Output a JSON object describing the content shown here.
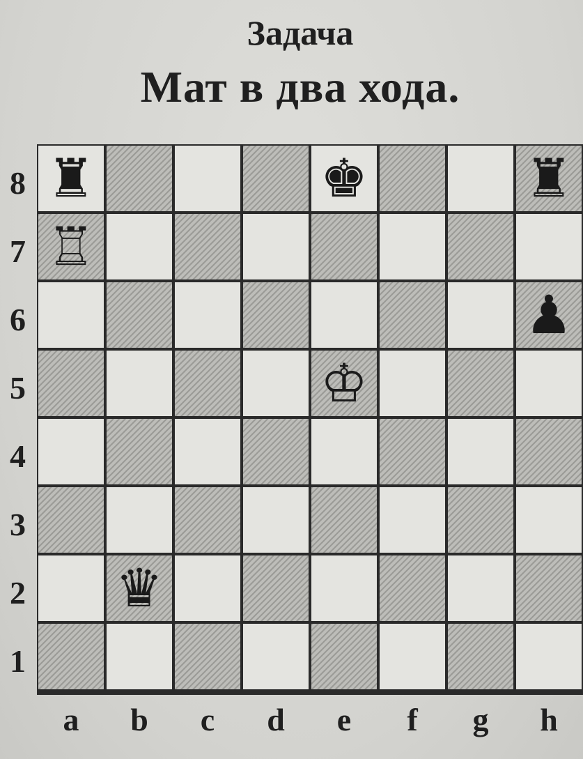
{
  "title": "Задача",
  "subtitle": "Мат в два хода.",
  "board": {
    "ranks": [
      "8",
      "7",
      "6",
      "5",
      "4",
      "3",
      "2",
      "1"
    ],
    "files": [
      "a",
      "b",
      "c",
      "d",
      "e",
      "f",
      "g",
      "h"
    ],
    "pieces": [
      {
        "square": "a8",
        "color": "black",
        "type": "rook",
        "glyph": "♜"
      },
      {
        "square": "e8",
        "color": "black",
        "type": "king",
        "glyph": "♚"
      },
      {
        "square": "h8",
        "color": "black",
        "type": "rook",
        "glyph": "♜"
      },
      {
        "square": "a7",
        "color": "white",
        "type": "rook",
        "glyph": "♖"
      },
      {
        "square": "h6",
        "color": "black",
        "type": "pawn",
        "glyph": "♟"
      },
      {
        "square": "e5",
        "color": "white",
        "type": "king",
        "glyph": "♔"
      },
      {
        "square": "b2",
        "color": "black",
        "type": "queen",
        "glyph": "♛"
      }
    ]
  }
}
